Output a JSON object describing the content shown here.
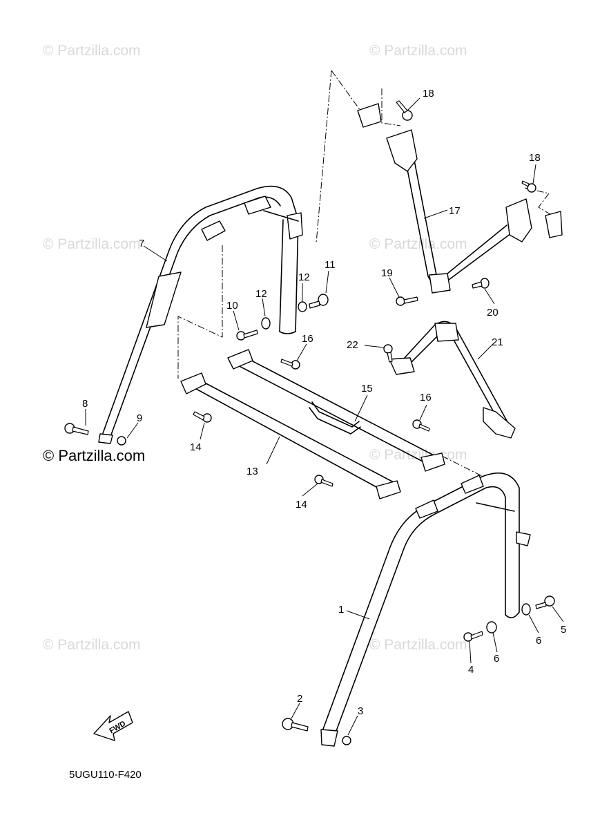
{
  "watermarks": [
    "© Partzilla.com",
    "© Partzilla.com",
    "© Partzilla.com",
    "© Partzilla.com",
    "© Partzilla.com",
    "© Partzilla.com",
    "© Partzilla.com",
    "© Partzilla.com"
  ],
  "watermark_bold": "© Partzilla.com",
  "callouts": {
    "c1": "1",
    "c2": "2",
    "c3": "3",
    "c4": "4",
    "c5": "5",
    "c6a": "6",
    "c6b": "6",
    "c7": "7",
    "c8": "8",
    "c9": "9",
    "c10": "10",
    "c11": "11",
    "c12a": "12",
    "c12b": "12",
    "c13": "13",
    "c14a": "14",
    "c14b": "14",
    "c15": "15",
    "c16a": "16",
    "c16b": "16",
    "c17": "17",
    "c18a": "18",
    "c18b": "18",
    "c19": "19",
    "c20": "20",
    "c21": "21",
    "c22": "22"
  },
  "fwd_label": "FWD",
  "diagram_code": "5UGU110-F420",
  "icons": [
    "fwd-arrow-icon"
  ]
}
